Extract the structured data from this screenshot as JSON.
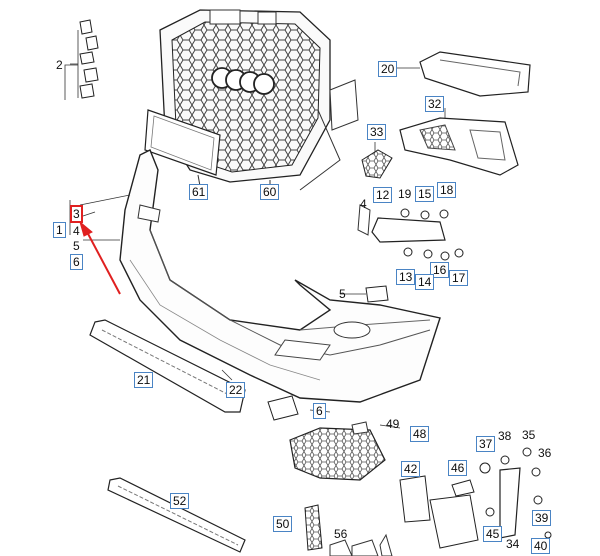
{
  "highlight_color": "#e02020",
  "callout_box_color": "#4a84c4",
  "grille_logo": "four-rings-logo",
  "labels": {
    "l1": "1",
    "l2": "2",
    "l3": "3",
    "l4": "4",
    "l5a": "5",
    "l5b": "5",
    "l6a": "6",
    "l6b": "6",
    "l12": "12",
    "l13": "13",
    "l14": "14",
    "l15": "15",
    "l16": "16",
    "l17": "17",
    "l18": "18",
    "l19": "19",
    "l20": "20",
    "l21": "21",
    "l22": "22",
    "l32": "32",
    "l33": "33",
    "l34": "34",
    "l35": "35",
    "l36": "36",
    "l37": "37",
    "l38": "38",
    "l39": "39",
    "l40": "40",
    "l42": "42",
    "l45": "45",
    "l46": "46",
    "l48": "48",
    "l49": "49",
    "l50": "50",
    "l52": "52",
    "l56": "56",
    "l60": "60",
    "l61": "61",
    "l4b": "4"
  }
}
